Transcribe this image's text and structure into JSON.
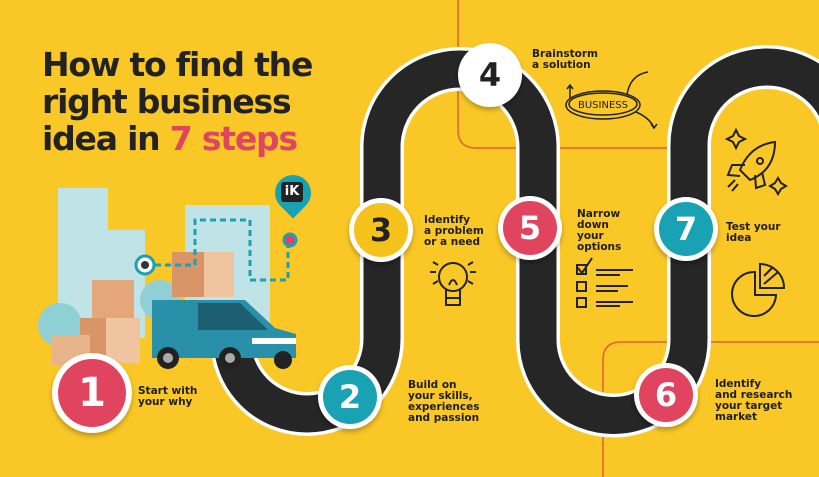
{
  "title": {
    "line1": "How to find the",
    "line2": "right business",
    "line3_prefix": "idea in ",
    "line3_accent": "7 steps"
  },
  "colors": {
    "background": "#f9c726",
    "road": "#262626",
    "accent_red": "#e0445e",
    "teal": "#19a1b4",
    "yellow": "#f5c21b"
  },
  "brand_pin": "iK",
  "sketch_word": "BUSINESS",
  "steps": [
    {
      "number": "1",
      "label": "Start with\nyour why",
      "color": "#e0445e"
    },
    {
      "number": "2",
      "label": "Build on\nyour skills,\nexperiences\nand passion",
      "color": "#19a1b4"
    },
    {
      "number": "3",
      "label": "Identify\na problem\nor a need",
      "color": "#f5c21b",
      "icon": "lightbulb-icon"
    },
    {
      "number": "4",
      "label": "Brainstorm\na solution",
      "color": "#ffffff",
      "icon": "business-sketch-icon"
    },
    {
      "number": "5",
      "label": "Narrow\ndown\nyour\noptions",
      "color": "#e0445e",
      "icon": "checklist-icon"
    },
    {
      "number": "6",
      "label": "Identify\nand research\nyour target\nmarket",
      "color": "#e0445e",
      "icon": "pie-chart-icon"
    },
    {
      "number": "7",
      "label": "Test your\nidea",
      "color": "#19a1b4",
      "icon": "rocket-icon"
    }
  ]
}
